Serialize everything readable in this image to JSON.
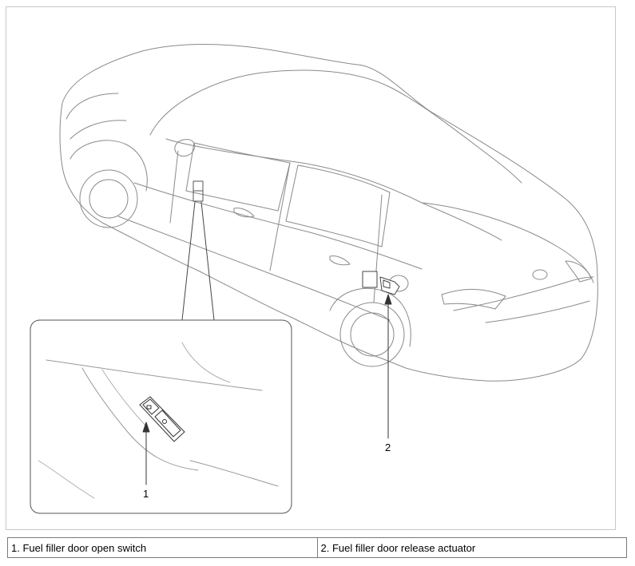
{
  "diagram": {
    "callouts": [
      {
        "number": "1"
      },
      {
        "number": "2"
      }
    ]
  },
  "legend": {
    "items": [
      {
        "text": "1. Fuel filler door open switch"
      },
      {
        "text": "2. Fuel filler door release actuator"
      }
    ]
  },
  "colors": {
    "line": "#6e6e6e",
    "light_line": "#a8a8a8",
    "border": "#c8c8c8"
  }
}
